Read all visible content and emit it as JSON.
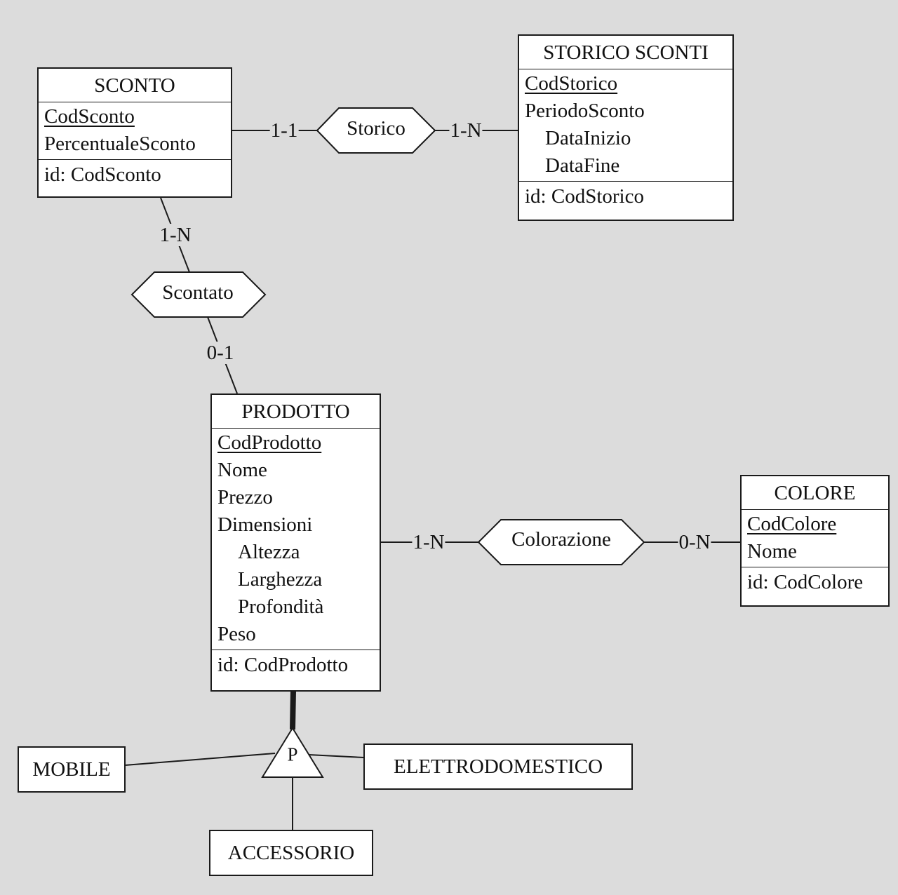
{
  "entities": {
    "sconto": {
      "title": "SCONTO",
      "attributes": [
        {
          "text": "CodSconto",
          "key": true
        },
        {
          "text": "PercentualeSconto"
        }
      ],
      "identifier": "id: CodSconto"
    },
    "storico_sconti": {
      "title": "STORICO SCONTI",
      "attributes": [
        {
          "text": "CodStorico",
          "key": true
        },
        {
          "text": "PeriodoSconto"
        },
        {
          "text": "DataInizio",
          "sub": true
        },
        {
          "text": "DataFine",
          "sub": true
        }
      ],
      "identifier": "id: CodStorico"
    },
    "prodotto": {
      "title": "PRODOTTO",
      "attributes": [
        {
          "text": "CodProdotto",
          "key": true
        },
        {
          "text": "Nome"
        },
        {
          "text": "Prezzo"
        },
        {
          "text": "Dimensioni"
        },
        {
          "text": "Altezza",
          "sub": true
        },
        {
          "text": "Larghezza",
          "sub": true
        },
        {
          "text": "Profondità",
          "sub": true
        },
        {
          "text": "Peso"
        }
      ],
      "identifier": "id: CodProdotto"
    },
    "colore": {
      "title": "COLORE",
      "attributes": [
        {
          "text": "CodColore",
          "key": true
        },
        {
          "text": "Nome"
        }
      ],
      "identifier": "id: CodColore"
    }
  },
  "relationships": {
    "storico": {
      "label": "Storico",
      "card_left": "1-1",
      "card_right": "1-N"
    },
    "scontato": {
      "label": "Scontato",
      "card_top": "1-N",
      "card_bottom": "0-1"
    },
    "colorazione": {
      "label": "Colorazione",
      "card_left": "1-N",
      "card_right": "0-N"
    }
  },
  "isa": {
    "symbol": "P",
    "subtypes": {
      "mobile": "MOBILE",
      "elettrodomestico": "ELETTRODOMESTICO",
      "accessorio": "ACCESSORIO"
    }
  },
  "colors": {
    "background": "#dcdcdc",
    "box_fill": "#ffffff",
    "stroke": "#1a1a1a"
  }
}
